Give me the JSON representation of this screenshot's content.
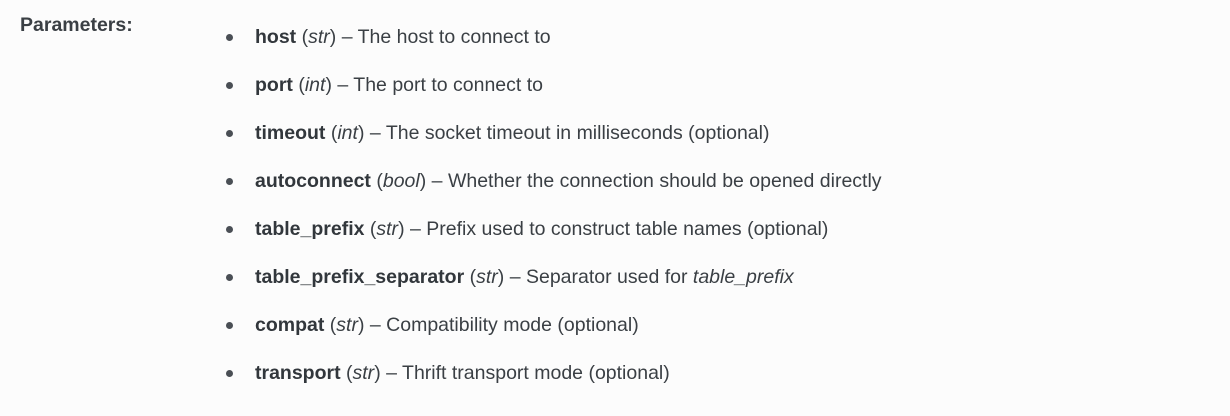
{
  "field": {
    "label": "Parameters:"
  },
  "punctuation": {
    "dash": "–",
    "open_paren": "(",
    "close_paren": ")"
  },
  "colors": {
    "background": "#fcfcfc",
    "text": "#3a3f44",
    "name_text": "#32373c",
    "bullet": "#4a4f55"
  },
  "parameters": [
    {
      "name": "host",
      "type": "str",
      "description": "The host to connect to",
      "description_emphasis": ""
    },
    {
      "name": "port",
      "type": "int",
      "description": "The port to connect to",
      "description_emphasis": ""
    },
    {
      "name": "timeout",
      "type": "int",
      "description": "The socket timeout in milliseconds (optional)",
      "description_emphasis": ""
    },
    {
      "name": "autoconnect",
      "type": "bool",
      "description": "Whether the connection should be opened directly",
      "description_emphasis": ""
    },
    {
      "name": "table_prefix",
      "type": "str",
      "description": "Prefix used to construct table names (optional)",
      "description_emphasis": ""
    },
    {
      "name": "table_prefix_separator",
      "type": "str",
      "description": "Separator used for ",
      "description_emphasis": "table_prefix"
    },
    {
      "name": "compat",
      "type": "str",
      "description": "Compatibility mode (optional)",
      "description_emphasis": ""
    },
    {
      "name": "transport",
      "type": "str",
      "description": "Thrift transport mode (optional)",
      "description_emphasis": ""
    }
  ]
}
